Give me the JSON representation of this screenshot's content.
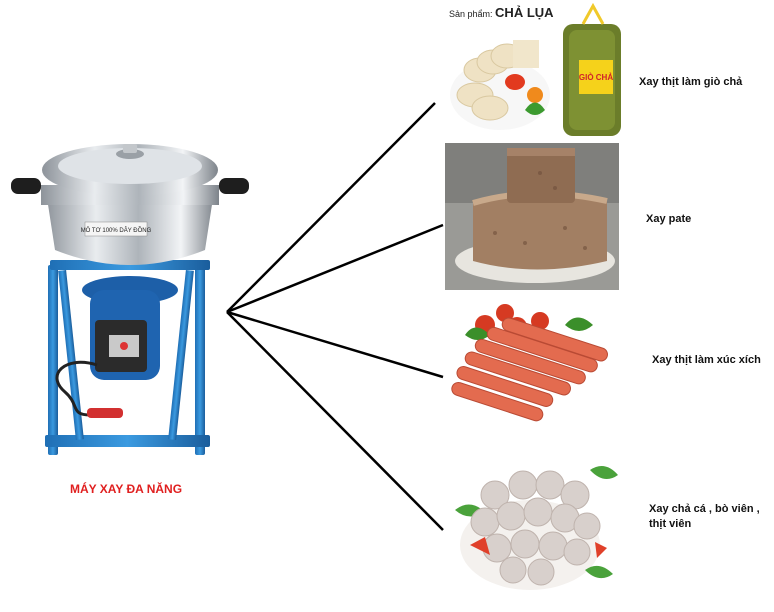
{
  "machine": {
    "label": "MÁY XAY ĐA NĂNG",
    "plate_text": "MÔ TƠ 100% DÂY ĐỒNG"
  },
  "products": [
    {
      "caption": "Xay thịt làm giò chả",
      "tag_prefix": "Sản phẩm:",
      "tag_name": "CHẢ LỤA",
      "bag_text": "GIÒ CHẢ"
    },
    {
      "caption": "Xay pate"
    },
    {
      "caption": "Xay thịt làm xúc xích"
    },
    {
      "caption": "Xay chả cá , bò viên , thịt viên"
    }
  ],
  "colors": {
    "label_red": "#e02020",
    "frame_blue": "#2f86c8",
    "motor_blue": "#1d5fa8",
    "steel": "#c8ccd0",
    "line": "#000000"
  }
}
